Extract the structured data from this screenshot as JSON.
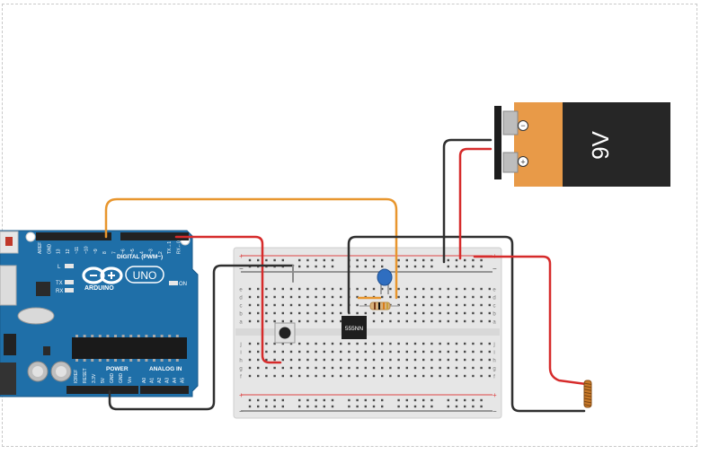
{
  "battery": {
    "voltage": "9V",
    "minus_symbol": "−",
    "plus_symbol": "+"
  },
  "arduino": {
    "logo_text": "ARDUINO",
    "model_badge": "UNO",
    "digital_header": "DIGITAL (PWM~)",
    "power_header": "POWER",
    "analog_header": "ANALOG IN",
    "led_l": "L",
    "led_tx": "TX",
    "led_rx": "RX",
    "led_on": "ON",
    "top_pin_labels": [
      "AREF",
      "GND",
      "13",
      "12",
      "~11",
      "~10",
      "~9",
      "8",
      "7",
      "~6",
      "~5",
      "4",
      "~3",
      "2",
      "TX→1",
      "RX←0"
    ],
    "power_pin_labels": [
      "IOREF",
      "RESET",
      "3.3V",
      "5V",
      "GND",
      "GND",
      "Vin"
    ],
    "analog_pin_labels": [
      "A0",
      "A1",
      "A2",
      "A3",
      "A4",
      "A5"
    ]
  },
  "breadboard": {
    "rail_plus": "+",
    "rail_minus": "−",
    "row_letters_top": [
      "j",
      "i",
      "h",
      "g",
      "f"
    ],
    "row_letters_bottom": [
      "e",
      "d",
      "c",
      "b",
      "a"
    ],
    "chip_label": "555NN"
  },
  "colors": {
    "wire_orange": "#e8962e",
    "wire_red": "#d62b2b",
    "wire_black": "#2f2f2f",
    "board_blue": "#1f6fa8",
    "battery_orange": "#e89a48",
    "battery_black": "#262626"
  }
}
